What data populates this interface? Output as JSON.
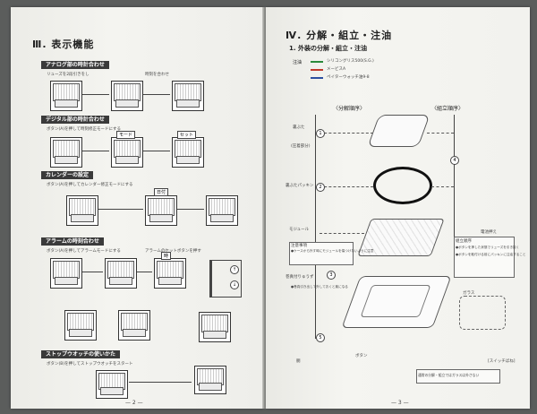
{
  "left_page": {
    "heading": "Ⅲ. 表示機能",
    "sections": [
      {
        "label": "アナログ部の時計合わせ"
      },
      {
        "label": "デジタル部の時計合わせ"
      },
      {
        "label": "カレンダーの設定"
      },
      {
        "label": "アラームの時刻合わせ"
      },
      {
        "label": "ストップウオッチの使いかた"
      }
    ],
    "notes": {
      "analog_1": "リューズを2段引きをし",
      "analog_2": "時刻を合わせ",
      "digital_1": "ボタン(A)を押して時刻修正モードにする",
      "calendar_1": "ボタン(A)を押してカレンダー修正モードにする",
      "alarm_1": "ボタン(A)を押してアラームモードにする",
      "alarm_2": "アラームのセットボタンを押す",
      "stopwatch_1": "ボタン(B)を押してストップウオッチをスタート"
    },
    "buttons": {
      "b1": "モード",
      "b2": "セット",
      "b3": "日付",
      "b4": "時"
    },
    "page_number": "— 2 —"
  },
  "right_page": {
    "heading": "Ⅳ. 分解・組立・注油",
    "subheading": "1. 外装の分解・組立・注油",
    "legend_label": "注油",
    "legend": [
      "シリコングリス500(S.G.)",
      "メービスA",
      "ペイターウォッチ油9-8"
    ],
    "legend_colors": [
      "#2a8a3a",
      "#c0392b",
      "#2c4fa0"
    ],
    "disassembly_order": "〈分解順序〉",
    "assembly_order": "〈組立順序〉",
    "labels": {
      "l1": "裏ぶた",
      "l2": "(圧着部分)",
      "l3": "裏ぶたパッキン",
      "l4": "モジュール",
      "l5": "電池押え",
      "l6": "巻真付りゅうず",
      "l7": "ガラス",
      "l8": "ボタン",
      "l9": "胴",
      "l10": "[スイッチばね]"
    },
    "notes": {
      "n1": "注意事項",
      "n2": "●ケースから外す時にモジュールを傷つけないように注意",
      "n3": "●ボタンを押した状態でリューズを引き抜く",
      "n4": "●巻真引き出して外しておくと楽になる",
      "n5": "組立順序",
      "n6": "●ボタンを取付ける前にパッキンに注油すること",
      "n7": "通常の分解・組立ではガラスは外さない"
    },
    "steps": [
      "1",
      "2",
      "3",
      "4",
      "5"
    ],
    "page_number": "— 3 —"
  }
}
